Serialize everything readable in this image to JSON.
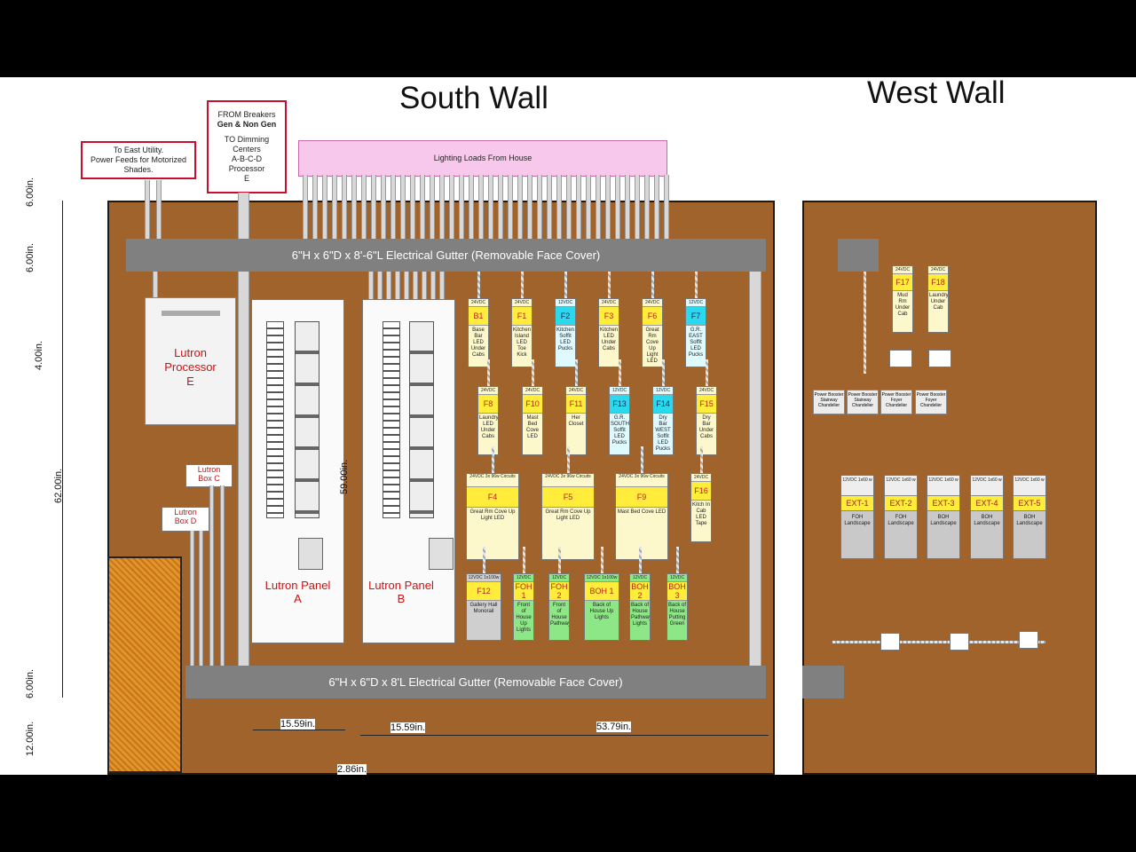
{
  "titles": {
    "south": "South Wall",
    "west": "West Wall"
  },
  "labels": {
    "east_utility": [
      "To East Utility.",
      "Power Feeds for Motorized",
      "Shades."
    ],
    "from_breakers": [
      "FROM Breakers",
      "Gen & Non Gen",
      "",
      "TO Dimming",
      "Centers",
      "A-B-C-D",
      "Processor",
      "E"
    ],
    "lighting_loads": "Lighting Loads From House"
  },
  "gutters": {
    "top": "6\"H x 6\"D x 8'-6\"L Electrical Gutter (Removable Face Cover)",
    "bottom": "6\"H x 6\"D x 8'L Electrical Gutter (Removable Face Cover)"
  },
  "dimensions": {
    "left": [
      "6.00in.",
      "6.00in.",
      "4.00in.",
      "62.00in.",
      "6.00in.",
      "12.00in."
    ],
    "panel_height": "59.00in.",
    "bottom": [
      "15.59in.",
      "15.59in.",
      "53.79in.",
      "2.86in."
    ]
  },
  "devices": {
    "processor": [
      "Lutron",
      "Processor",
      "E"
    ],
    "panel_a": [
      "Lutron Panel",
      "A"
    ],
    "panel_b": [
      "Lutron Panel",
      "B"
    ],
    "box_c": [
      "Lutron",
      "Box C"
    ],
    "box_d": [
      "Lutron",
      "Box D"
    ]
  },
  "south_modules": [
    {
      "id": "B1",
      "hd": "24VDC",
      "desc": "Base Bar LED Under Cabs",
      "color": "yel"
    },
    {
      "id": "F1",
      "hd": "24VDC",
      "desc": "Kitchen Island LED Toe Kick",
      "color": "yel"
    },
    {
      "id": "F2",
      "hd": "12VDC",
      "desc": "Kitchen Soffit LED Pucks",
      "color": "cyan"
    },
    {
      "id": "F3",
      "hd": "24VDC",
      "desc": "Kitchen LED Under Cabs",
      "color": "yel"
    },
    {
      "id": "F6",
      "hd": "24VDC",
      "desc": "Great Rm Cove Up Light LED",
      "color": "yel"
    },
    {
      "id": "F7",
      "hd": "12VDC",
      "desc": "G.R. EAST Soffit LED Pucks",
      "color": "cyan"
    },
    {
      "id": "F8",
      "hd": "24VDC",
      "desc": "Laundry LED Under Cabs",
      "color": "yel"
    },
    {
      "id": "F10",
      "hd": "24VDC",
      "desc": "Mast Bed Cove LED",
      "color": "yel"
    },
    {
      "id": "F11",
      "hd": "24VDC",
      "desc": "Her Closet",
      "color": "yel"
    },
    {
      "id": "F13",
      "hd": "12VDC",
      "desc": "G.R. SOUTH Soffit LED Pucks",
      "color": "cyan"
    },
    {
      "id": "F14",
      "hd": "12VDC",
      "desc": "Dry Bar WEST Soffit LED Pucks",
      "color": "cyan"
    },
    {
      "id": "F15",
      "hd": "24VDC",
      "desc": "Dry Bar Under Cabs",
      "color": "yel"
    },
    {
      "id": "F4",
      "hd": "24VDC 3x 96w Circuits",
      "desc": "Great Rm Cove Up Light LED",
      "color": "yel"
    },
    {
      "id": "F5",
      "hd": "24VDC 3x 96w Circuits",
      "desc": "Great Rm Cove Up Light LED",
      "color": "yel"
    },
    {
      "id": "F9",
      "hd": "24VDC 3x 96w Circuits",
      "desc": "Mast Bed Cove LED",
      "color": "yel"
    },
    {
      "id": "F16",
      "hd": "24VDC",
      "desc": "Kitch In Cab LED Tape",
      "color": "yel"
    },
    {
      "id": "F12",
      "hd": "12VDC 1x100w",
      "desc": "Gallery Hall Monorail",
      "color": "yel"
    },
    {
      "id": "FOH 1",
      "hd": "12VDC",
      "desc": "Front of House Up Lights",
      "color": "yel"
    },
    {
      "id": "FOH 2",
      "hd": "12VDC",
      "desc": "Front of House Pathway",
      "color": "yel"
    },
    {
      "id": "BOH 1",
      "hd": "12VDC 1x100w",
      "desc": "Back of House Up Lights",
      "color": "yel"
    },
    {
      "id": "BOH 2",
      "hd": "12VDC",
      "desc": "Back of House Pathway Lights",
      "color": "yel"
    },
    {
      "id": "BOH 3",
      "hd": "12VDC",
      "desc": "Back of House Putting Green",
      "color": "yel"
    }
  ],
  "west_modules": [
    {
      "id": "F17",
      "hd": "24VDC",
      "desc": "Mud Rm Under Cab"
    },
    {
      "id": "F18",
      "hd": "24VDC",
      "desc": "Laundry Under Cab"
    }
  ],
  "boosters": [
    "Power Booster Stairway Chandelier",
    "Power Booster Stairway Chandelier",
    "Power Booster Foyer Chandelier",
    "Power Booster Foyer Chandelier"
  ],
  "ext": [
    {
      "id": "EXT-1",
      "hd": "12VDC 1x60 w",
      "desc": "FOH Landscape"
    },
    {
      "id": "EXT-2",
      "hd": "12VDC 1x60 w",
      "desc": "FOH Landscape"
    },
    {
      "id": "EXT-3",
      "hd": "12VDC 1x60 w",
      "desc": "BOH Landscape"
    },
    {
      "id": "EXT-4",
      "hd": "12VDC 1x60 w",
      "desc": "BOH Landscape"
    },
    {
      "id": "EXT-5",
      "hd": "12VDC 1x60 w",
      "desc": "BOH Landscape"
    }
  ]
}
